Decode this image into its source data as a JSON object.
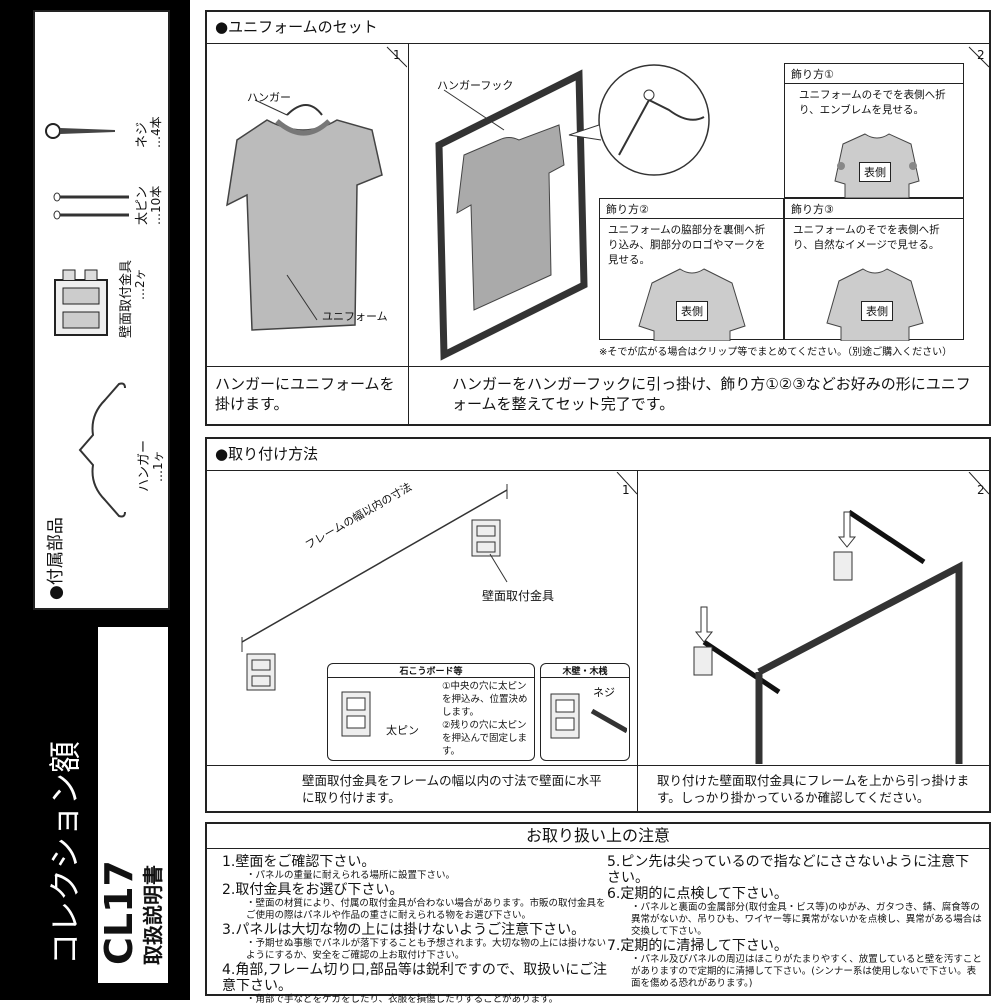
{
  "accessories": {
    "heading": "●付属部品",
    "items": [
      {
        "name": "ハンガー",
        "qty": "…1ヶ",
        "icon": "hanger-icon"
      },
      {
        "name": "壁面取付金具",
        "qty": "…2ヶ",
        "icon": "wall-bracket-icon"
      },
      {
        "name": "太ピン",
        "qty": "…10本",
        "icon": "pin-icon"
      },
      {
        "name": "ネジ",
        "qty": "…4本",
        "icon": "screw-icon"
      }
    ]
  },
  "product": {
    "name": "コレクション額",
    "model": "CL17",
    "doc_type": "取扱説明書"
  },
  "uniform_set": {
    "heading": "●ユニフォームのセット",
    "step1": {
      "num": "1",
      "label_hanger": "ハンガー",
      "label_uniform": "ユニフォーム",
      "caption": "ハンガーにユニフォームを掛けます。"
    },
    "step2": {
      "num": "2",
      "label_hook": "ハンガーフック",
      "styles": [
        {
          "title": "飾り方①",
          "text": "ユニフォームのそでを表側へ折り、エンブレムを見せる。",
          "tag": "表側"
        },
        {
          "title": "飾り方②",
          "text": "ユニフォームの脇部分を裏側へ折り込み、胴部分のロゴやマークを見せる。",
          "tag": "表側"
        },
        {
          "title": "飾り方③",
          "text": "ユニフォームのそでを表側へ折り、自然なイメージで見せる。",
          "tag": "表側"
        }
      ],
      "note": "※そでが広がる場合はクリップ等でまとめてください。（別途ご購入ください）",
      "caption": "ハンガーをハンガーフックに引っ掛け、飾り方①②③などお好みの形にユニフォームを整えてセット完了です。"
    }
  },
  "mounting": {
    "heading": "●取り付け方法",
    "step1": {
      "num": "1",
      "dimension_label": "フレームの幅以内の寸法",
      "bracket_label": "壁面取付金具",
      "gypsum": {
        "title": "石こうボード等",
        "pin_label": "太ピン",
        "steps": [
          "①中央の穴に太ピンを押込み、位置決めします。",
          "②残りの穴に太ピンを押込んで固定します。"
        ]
      },
      "wood": {
        "title": "木壁・木桟",
        "screw_label": "ネジ"
      },
      "caption": "壁面取付金具をフレームの幅以内の寸法で壁面に水平に取り付けます。"
    },
    "step2": {
      "num": "2",
      "caption": "取り付けた壁面取付金具にフレームを上から引っ掛けます。しっかり掛かっているか確認してください。"
    }
  },
  "cautions": {
    "heading": "お取り扱い上の注意",
    "items": [
      {
        "title": "1.壁面をご確認下さい。",
        "detail": "・パネルの重量に耐えられる場所に設置下さい。"
      },
      {
        "title": "2.取付金具をお選び下さい。",
        "detail": "・壁面の材質により、付属の取付金具が合わない場合があります。市販の取付金具をご使用の際はパネルや作品の重さに耐えられる物をお選び下さい。"
      },
      {
        "title": "3.パネルは大切な物の上には掛けないようご注意下さい。",
        "detail": "・予期せぬ事態でパネルが落下することも予想されます。大切な物の上には掛けないようにするか、安全をご確認の上お取付け下さい。"
      },
      {
        "title": "4.角部,フレーム切り口,部品等は鋭利ですので、取扱いにご注意下さい。",
        "detail": "・角部で手などをケガをしたり、衣服を損傷したりすることがあります。"
      },
      {
        "title": "5.ピン先は尖っているので指などにささないように注意下さい。",
        "detail": ""
      },
      {
        "title": "6.定期的に点検して下さい。",
        "detail": "・パネルと裏面の金属部分(取付金具・ビス等)のゆがみ、ガタつき、錆、腐食等の異常がないか、吊りひも、ワイヤー等に異常がないかを点検し、異常がある場合は交換して下さい。"
      },
      {
        "title": "7.定期的に清掃して下さい。",
        "detail": "・パネル及びパネルの周辺はほこりがたまりやすく、放置していると壁を汚すことがありますので定期的に清掃して下さい。(シンナー系は使用しないで下さい。表面を傷める恐れがあります。)"
      }
    ]
  }
}
